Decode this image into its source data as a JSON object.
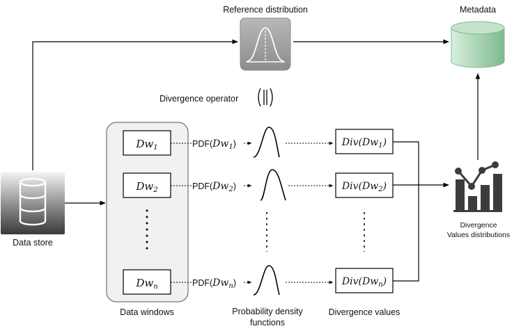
{
  "labels": {
    "reference_distribution": "Reference distribution",
    "metadata": "Metadata",
    "divergence_operator": "Divergence operator",
    "data_store": "Data store",
    "data_windows": "Data windows",
    "pdf_line1": "Probability density",
    "pdf_line2": "functions",
    "divergence_values": "Divergence values",
    "div_dist_line1": "Divergence",
    "div_dist_line2": "Values distributions"
  },
  "windows": [
    {
      "sub": "1",
      "pdf_prefix": "PDF(",
      "div_prefix": "Div(",
      "var": "Dw"
    },
    {
      "sub": "2",
      "pdf_prefix": "PDF(",
      "div_prefix": "Div(",
      "var": "Dw"
    },
    {
      "sub": "n",
      "pdf_prefix": "PDF(",
      "div_prefix": "Div(",
      "var": "Dw"
    }
  ],
  "colors": {
    "metadata_fill": "#a9d4b4",
    "reference_box": "#9e9e9e",
    "line": "#000000"
  },
  "icons": {
    "reference": "bell-curve-icon",
    "metadata": "database-cylinder-icon",
    "data_store": "database-icon",
    "divergence_distribution": "bar-chart-trend-icon"
  }
}
